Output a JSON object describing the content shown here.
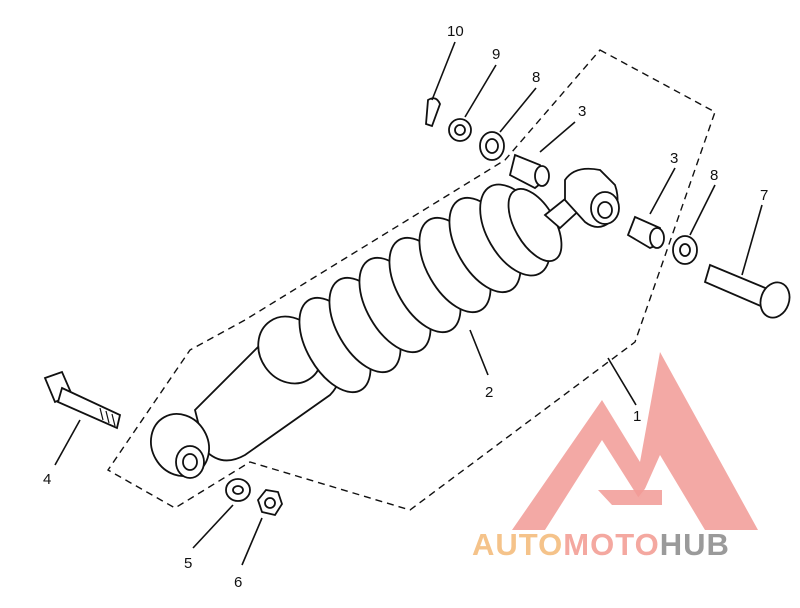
{
  "diagram": {
    "parts": [
      {
        "number": "1",
        "color": "#111111"
      },
      {
        "number": "2",
        "color": "#111111"
      },
      {
        "number": "3",
        "color": "#111111"
      },
      {
        "number": "3",
        "color": "#111111"
      },
      {
        "number": "4",
        "color": "#111111"
      },
      {
        "number": "5",
        "color": "#111111"
      },
      {
        "number": "6",
        "color": "#111111"
      },
      {
        "number": "7",
        "color": "#111111"
      },
      {
        "number": "8",
        "color": "#111111"
      },
      {
        "number": "8",
        "color": "#111111"
      },
      {
        "number": "9",
        "color": "#111111"
      },
      {
        "number": "10",
        "color": "#111111"
      }
    ]
  },
  "watermark": {
    "part1": "AUTO",
    "part2": "MOTO",
    "part3": "HUB",
    "color1": "#f5c38a",
    "color2": "#f4a8a0",
    "color3": "#9a9a9a",
    "logo_color": "#f19a95"
  }
}
